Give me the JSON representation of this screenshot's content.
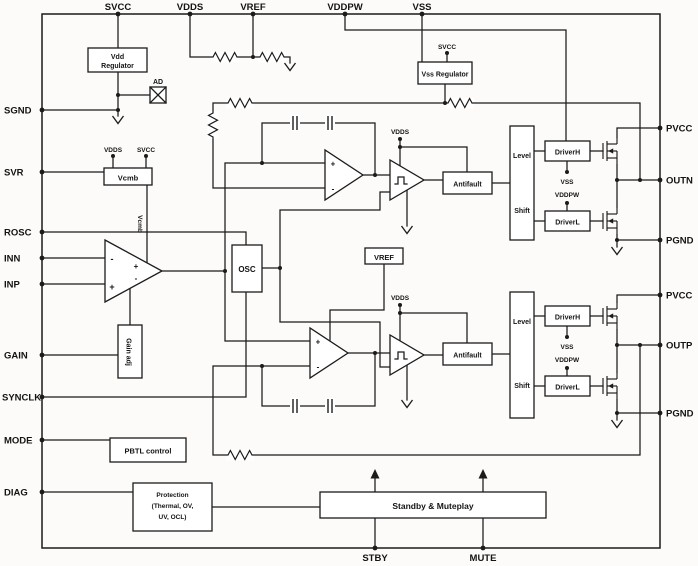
{
  "pins": {
    "top": [
      "SVCC",
      "VDDS",
      "VREF",
      "VDDPW",
      "VSS"
    ],
    "left": [
      "SGND",
      "SVR",
      "ROSC",
      "INN",
      "INP",
      "GAIN",
      "SYNCLK",
      "MODE",
      "DIAG"
    ],
    "right": [
      "PVCC",
      "OUTN",
      "PGND",
      "PVCC",
      "OUTP",
      "PGND"
    ],
    "bottom": [
      "STBY",
      "MUTE"
    ]
  },
  "blocks": {
    "vdd_regulator_line1": "Vdd",
    "vdd_regulator_line2": "Regulator",
    "ad_label": "AD",
    "vss_regulator": "Vss Regulator",
    "vss_reg_supply": "SVCC",
    "vcmb_supply1": "VDDS",
    "vcmb_supply2": "SVCC",
    "vcmb": "Vcmb",
    "vcmb_wire": "Vcmb",
    "osc": "OSC",
    "gain_adj": "Gain adj",
    "vref": "VREF",
    "pbtl_control": "PBTL control",
    "protection_line1": "Protection",
    "protection_line2": "(Thermal, OV,",
    "protection_line3": "UV, OCL)",
    "standby_mute": "Standby & Muteplay"
  },
  "signs": {
    "plus": "+",
    "minus": "-"
  },
  "channels": [
    {
      "vdds": "VDDS",
      "antifault": "Antifault",
      "level": "Level",
      "shift": "Shift",
      "driver_h": "DriverH",
      "vss": "VSS",
      "vddpw": "VDDPW",
      "driver_l": "DriverL"
    },
    {
      "vdds": "VDDS",
      "antifault": "Antifault",
      "level": "Level",
      "shift": "Shift",
      "driver_h": "DriverH",
      "vss": "VSS",
      "vddpw": "VDDPW",
      "driver_l": "DriverL"
    }
  ]
}
